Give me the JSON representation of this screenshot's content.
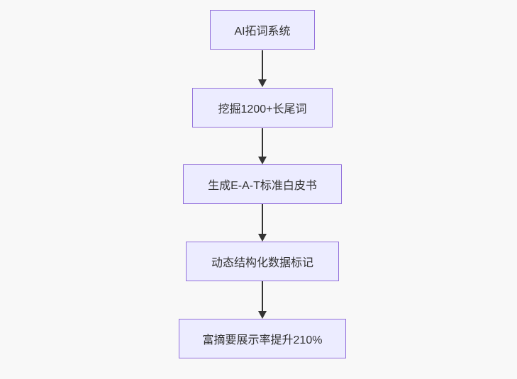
{
  "diagram": {
    "type": "flowchart",
    "direction": "top-down",
    "background_color": "#f8f8f8",
    "node_fill_color": "#ECECFF",
    "node_border_color": "#9370DB",
    "text_color": "#333333",
    "arrow_color": "#333333",
    "nodes": [
      {
        "label": "AI拓词系统"
      },
      {
        "label": "挖掘1200+长尾词"
      },
      {
        "label": "生成E-A-T标准白皮书"
      },
      {
        "label": "动态结构化数据标记"
      },
      {
        "label": "富摘要展示率提升210%"
      }
    ],
    "edges": [
      {
        "from": "AI拓词系统",
        "to": "挖掘1200+长尾词"
      },
      {
        "from": "挖掘1200+长尾词",
        "to": "生成E-A-T标准白皮书"
      },
      {
        "from": "生成E-A-T标准白皮书",
        "to": "动态结构化数据标记"
      },
      {
        "from": "动态结构化数据标记",
        "to": "富摘要展示率提升210%"
      }
    ]
  }
}
